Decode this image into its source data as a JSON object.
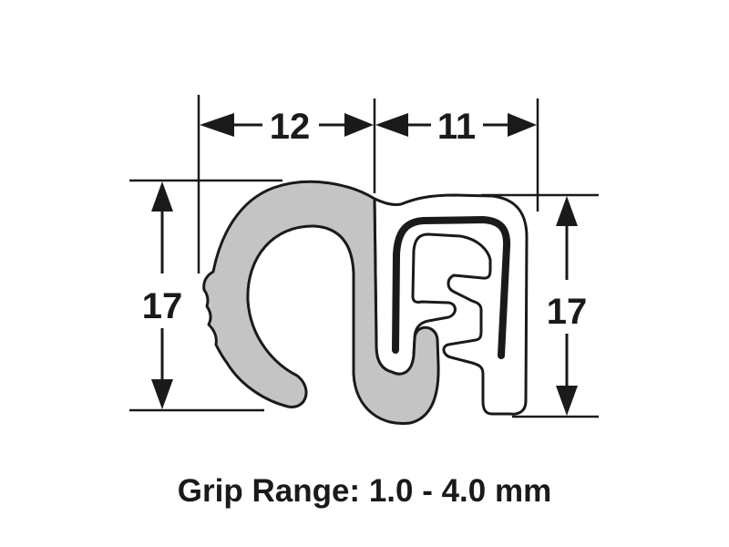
{
  "dimensions": {
    "width_left": "12",
    "width_right": "11",
    "height_left": "17",
    "height_right": "17"
  },
  "caption": "Grip Range: 1.0 - 4.0 mm",
  "colors": {
    "outline": "#1a1a1a",
    "rubber_fill": "#c4c4c4",
    "background": "#ffffff"
  }
}
